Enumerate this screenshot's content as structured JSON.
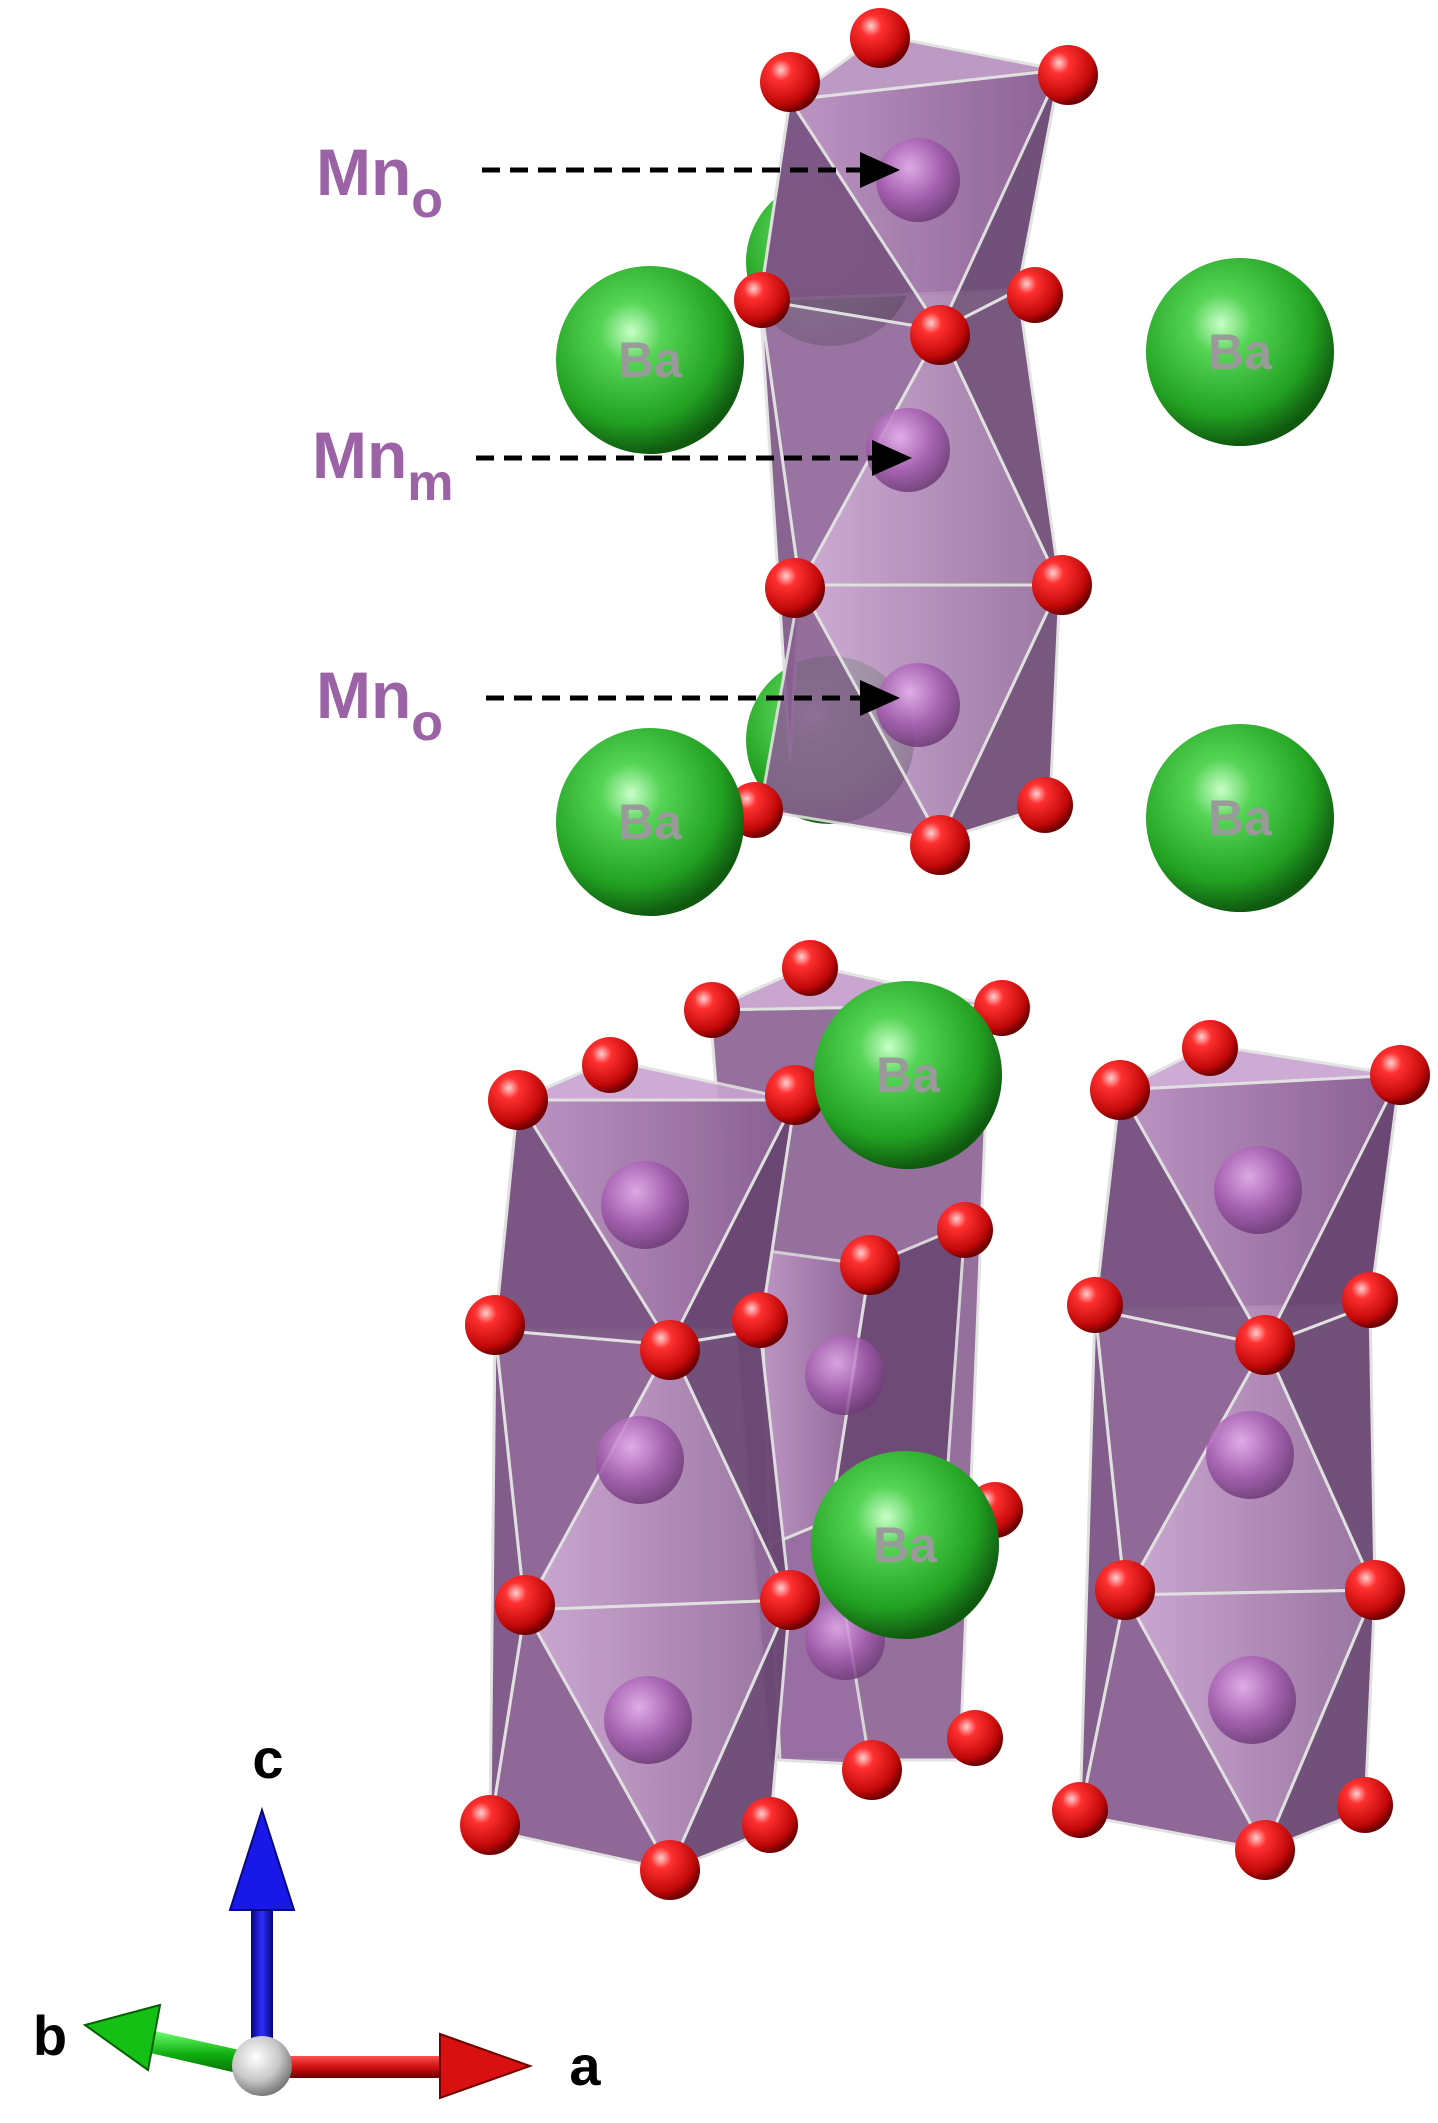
{
  "atoms": {
    "ba_label": "Ba"
  },
  "labels": {
    "mn_top": {
      "main": "Mn",
      "sub": "o"
    },
    "mn_mid": {
      "main": "Mn",
      "sub": "m"
    },
    "mn_bottom": {
      "main": "Mn",
      "sub": "o"
    }
  },
  "axes": {
    "c": "c",
    "b": "b",
    "a": "a"
  },
  "colors": {
    "label_purple": "#9b62a6",
    "ba_green": "#2fb12f",
    "oxygen_red": "#e11010",
    "polyhedron_purple": "#9a6aa3",
    "mn_purple": "#a75fb0",
    "axis_c_blue": "#1010e0",
    "axis_a_red": "#d01010",
    "axis_b_green": "#10b010",
    "origin_gray": "#c8c8c8"
  }
}
